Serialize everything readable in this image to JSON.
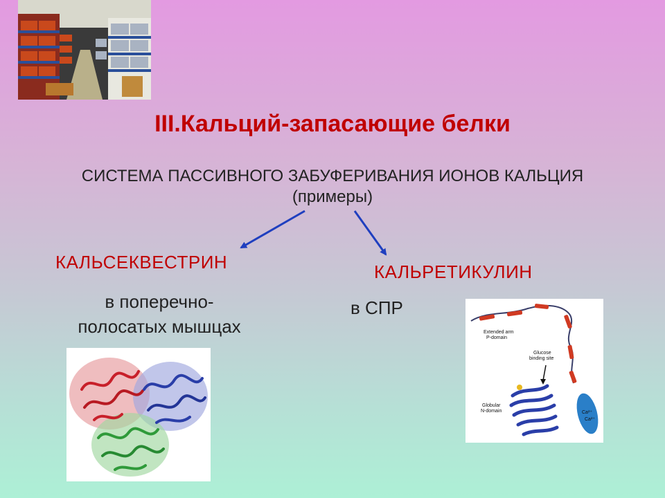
{
  "slide": {
    "title": "III.Кальций-запасающие белки",
    "subtitle_line1": "СИСТЕМА ПАССИВНОГО ЗАБУФЕРИВАНИЯ ИОНОВ КАЛЬЦИЯ",
    "subtitle_line2": "(примеры)"
  },
  "left": {
    "name": "КАЛЬСЕКВЕСТРИН",
    "location_line1": "в поперечно-",
    "location_line2": "полосатых мышцах"
  },
  "right": {
    "name": "КАЛЬРЕТИКУЛИН",
    "location": "в СПР",
    "diagram": {
      "label_extended_line1": "Extended arm",
      "label_extended_line2": "P-domain",
      "label_glucose_line1": "Glucose",
      "label_glucose_line2": "binding site",
      "label_globular_line1": "Globular",
      "label_globular_line2": "N-domain",
      "label_ca1": "Ca²⁺",
      "label_ca2": "Ca²⁺"
    }
  },
  "colors": {
    "title": "#c00000",
    "arrow": "#1f3fbf",
    "red_helix": "#c8202a",
    "blue_domain": "#2a3ea8",
    "green_domain": "#2f9a3a"
  }
}
